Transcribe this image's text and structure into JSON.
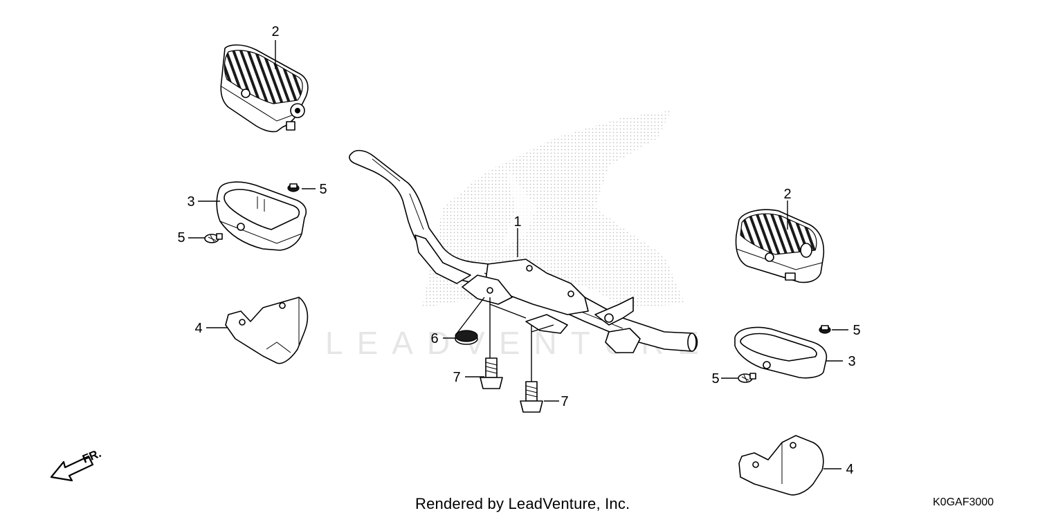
{
  "diagram": {
    "callouts": [
      {
        "id": "c2a",
        "label": "2"
      },
      {
        "id": "c3a",
        "label": "3"
      },
      {
        "id": "c5a",
        "label": "5"
      },
      {
        "id": "c5b",
        "label": "5"
      },
      {
        "id": "c4a",
        "label": "4"
      },
      {
        "id": "c1",
        "label": "1"
      },
      {
        "id": "c6",
        "label": "6"
      },
      {
        "id": "c7a",
        "label": "7"
      },
      {
        "id": "c7b",
        "label": "7"
      },
      {
        "id": "c2b",
        "label": "2"
      },
      {
        "id": "c5c",
        "label": "5"
      },
      {
        "id": "c3b",
        "label": "3"
      },
      {
        "id": "c5d",
        "label": "5"
      },
      {
        "id": "c4b",
        "label": "4"
      }
    ],
    "front_arrow_label": "FR.",
    "watermark_text": "LEADVENTURE"
  },
  "footer": {
    "credit": "Rendered by LeadVenture, Inc.",
    "code": "K0GAF3000"
  }
}
